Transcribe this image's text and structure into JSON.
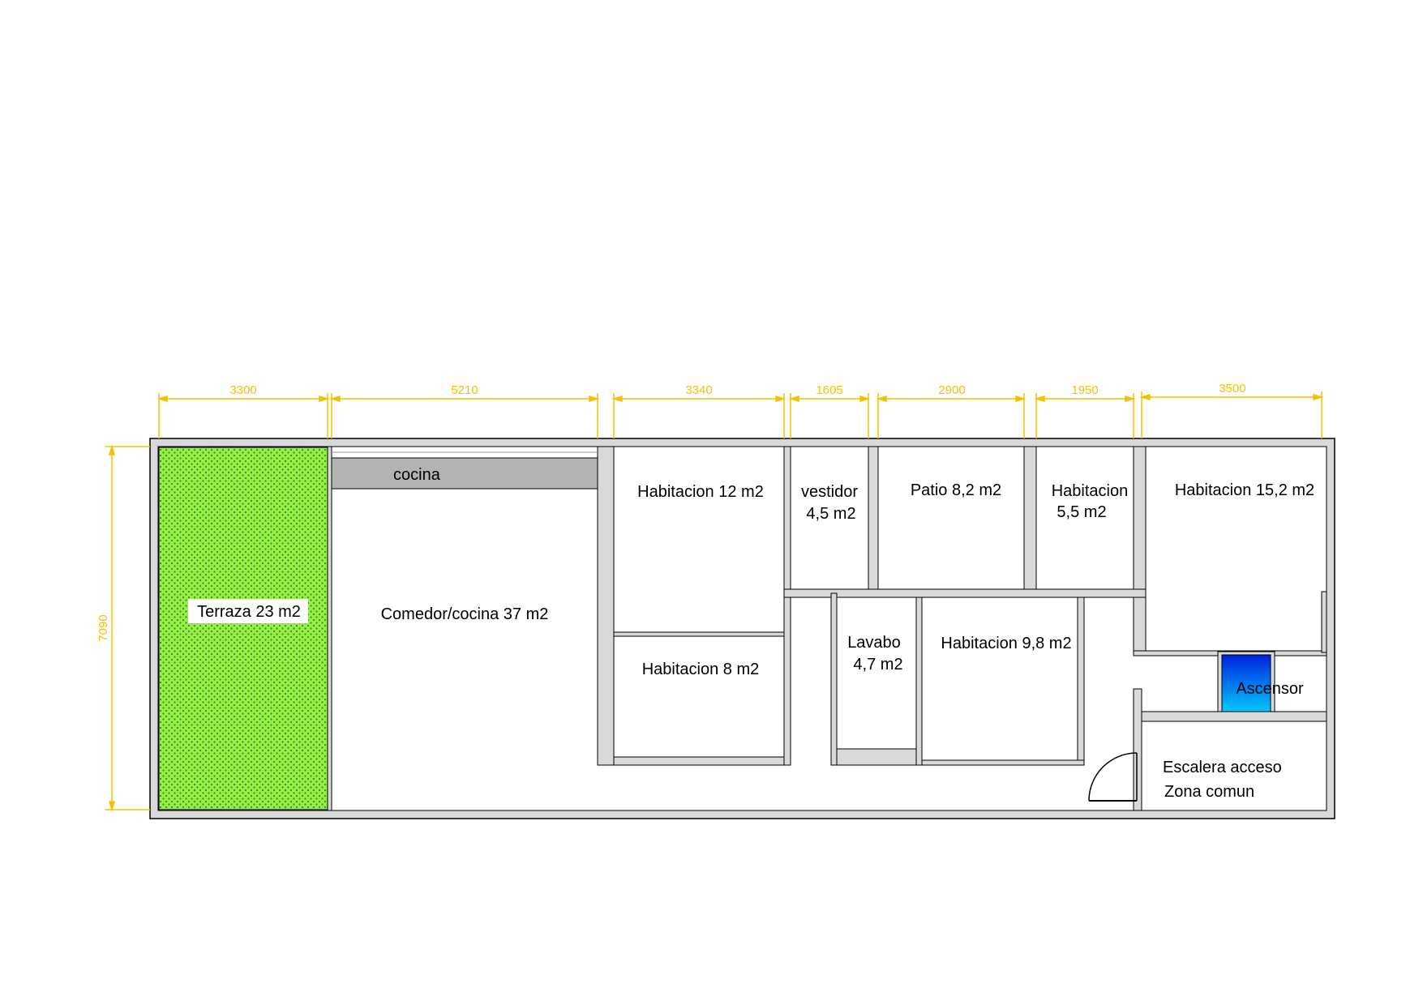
{
  "colors": {
    "dimension": "#f5c000",
    "wall": "#d9d9d9",
    "wall_stroke": "#000000",
    "terrace": "#99ee44",
    "terrace_dots": "#2e8b2e",
    "counter": "#b3b3b3",
    "elevator_top": "#0022dd",
    "elevator_bottom": "#00c8ff"
  },
  "dimensions": {
    "horizontal": [
      "3300",
      "5210",
      "3340",
      "1605",
      "2900",
      "1950",
      "3500"
    ],
    "vertical": "7090"
  },
  "rooms": {
    "terraza": "Terraza 23 m2",
    "cocina": "cocina",
    "comedor": "Comedor/cocina 37 m2",
    "habitacion_12": "Habitacion 12 m2",
    "habitacion_8": "Habitacion 8 m2",
    "vestidor_1": "vestidor",
    "vestidor_2": "4,5 m2",
    "patio": "Patio 8,2 m2",
    "habitacion_5_1": "Habitacion",
    "habitacion_5_2": "5,5 m2",
    "habitacion_15": "Habitacion 15,2 m2",
    "lavabo_1": "Lavabo",
    "lavabo_2": "4,7 m2",
    "habitacion_9": "Habitacion 9,8 m2",
    "ascensor": "Ascensor",
    "escalera": "Escalera acceso",
    "zona_comun": "Zona comun"
  }
}
